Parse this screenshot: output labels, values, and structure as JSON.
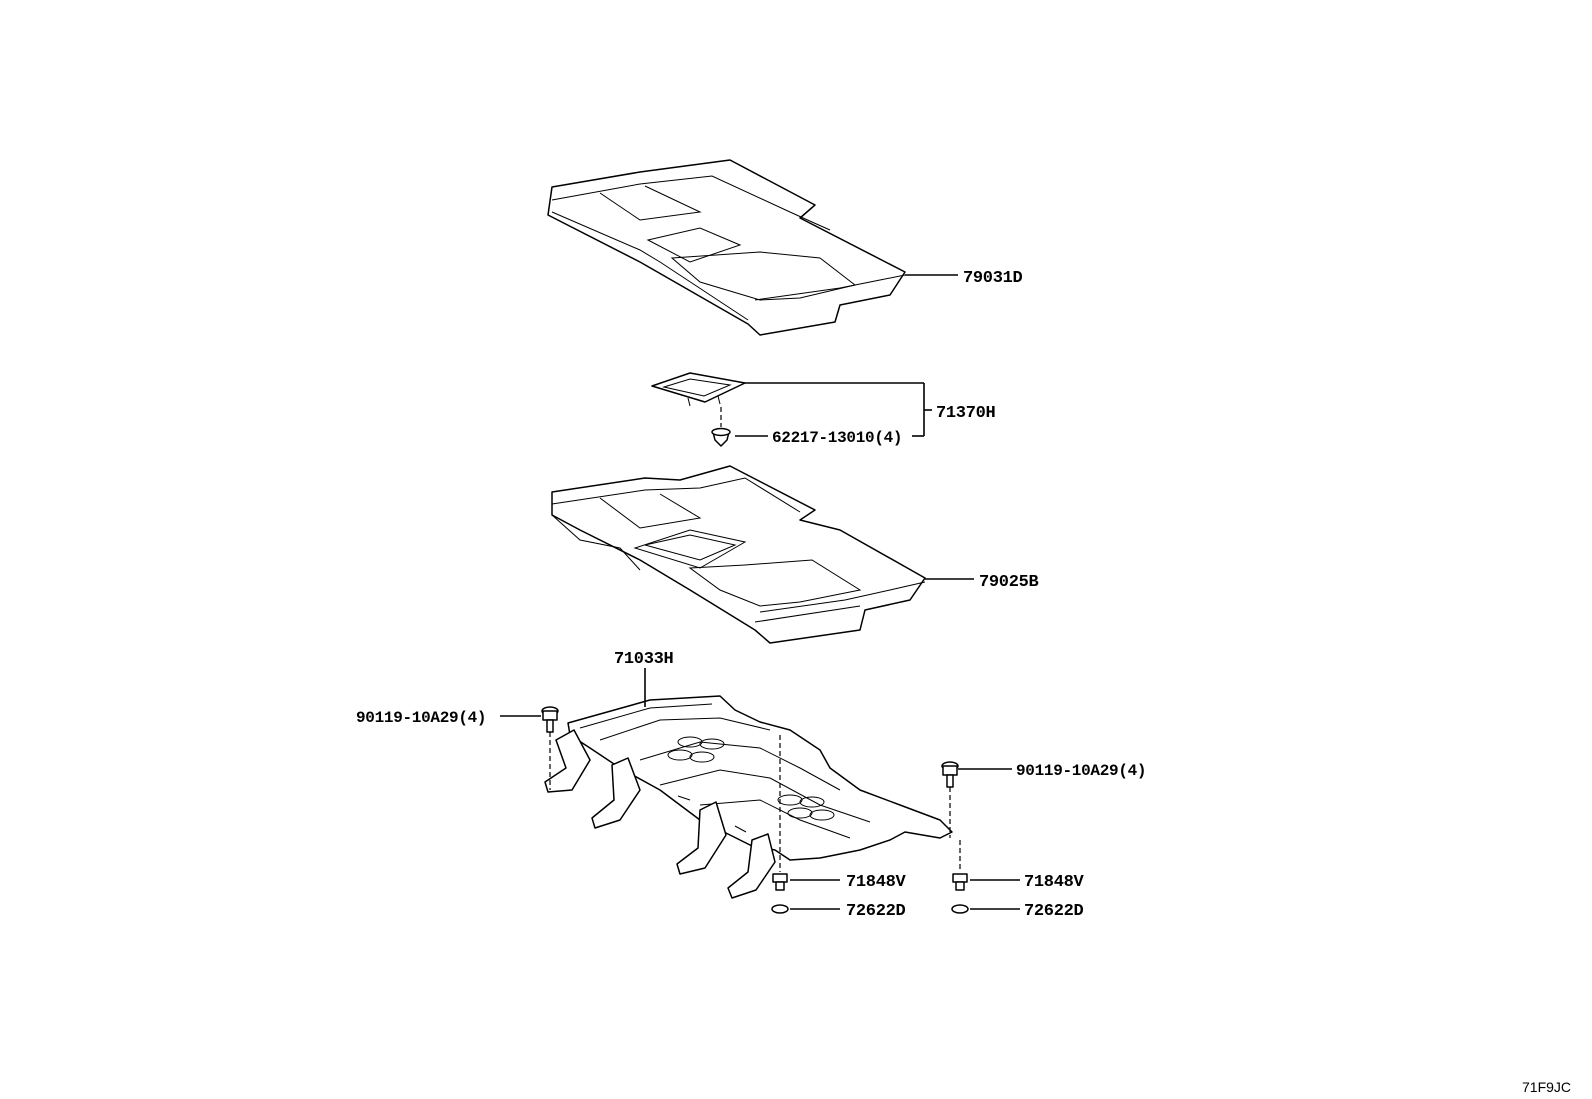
{
  "diagram": {
    "parts": [
      {
        "id": "p1",
        "label": "79031D"
      },
      {
        "id": "p2",
        "label": "71370H"
      },
      {
        "id": "p3",
        "label": "62217-13010(4)"
      },
      {
        "id": "p4",
        "label": "79025B"
      },
      {
        "id": "p5",
        "label": "71033H"
      },
      {
        "id": "p6",
        "label": "90119-10A29(4)"
      },
      {
        "id": "p7",
        "label": "90119-10A29(4)"
      },
      {
        "id": "p8",
        "label": "71848V"
      },
      {
        "id": "p9",
        "label": "71848V"
      },
      {
        "id": "p10",
        "label": "72622D"
      },
      {
        "id": "p11",
        "label": "72622D"
      }
    ],
    "illustration_code": "71F9JC"
  }
}
